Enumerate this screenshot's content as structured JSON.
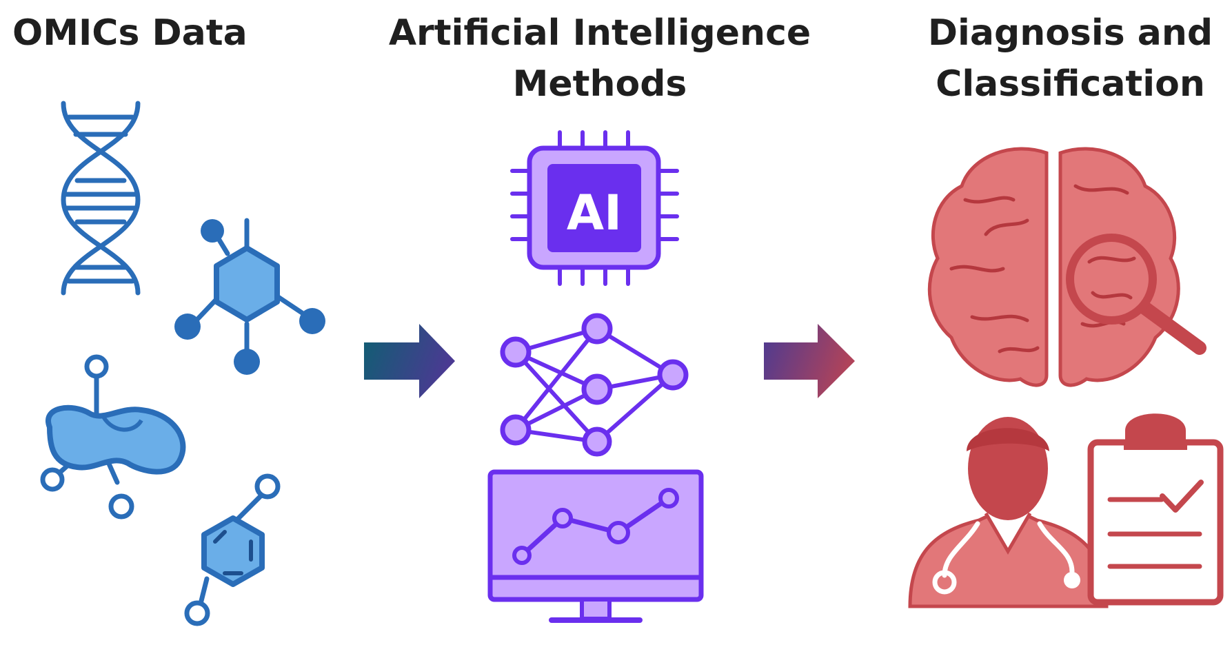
{
  "columns": [
    {
      "id": "omics",
      "title": "OMICs Data",
      "icons": [
        "dna-icon",
        "molecule-icon",
        "protein-icon",
        "benzene-icon"
      ]
    },
    {
      "id": "ai",
      "title_lines": [
        "Artificial Intelligence",
        "Methods"
      ],
      "icons": [
        "ai-chip-icon",
        "neural-network-icon",
        "chart-monitor-icon"
      ],
      "chip_label": "AI"
    },
    {
      "id": "diagnosis",
      "title_lines": [
        "Diagnosis and",
        "Classification"
      ],
      "icons": [
        "brain-search-icon",
        "doctor-icon",
        "clipboard-icon"
      ]
    }
  ],
  "arrows": [
    {
      "id": "arrow-1",
      "from": "omics",
      "to": "ai",
      "gradient": [
        "#0f5f72",
        "#4a3a92"
      ]
    },
    {
      "id": "arrow-2",
      "from": "ai",
      "to": "diagnosis",
      "gradient": [
        "#4b3a92",
        "#b0435a"
      ]
    }
  ],
  "colors": {
    "heading": "#1f1f1f",
    "omics_stroke": "#2a6db8",
    "omics_fill": "#6aaee8",
    "ai_stroke": "#6a2fee",
    "ai_fill": "#c9a6ff",
    "diagnosis_fill": "#e27779",
    "diagnosis_dark": "#c4474d"
  }
}
